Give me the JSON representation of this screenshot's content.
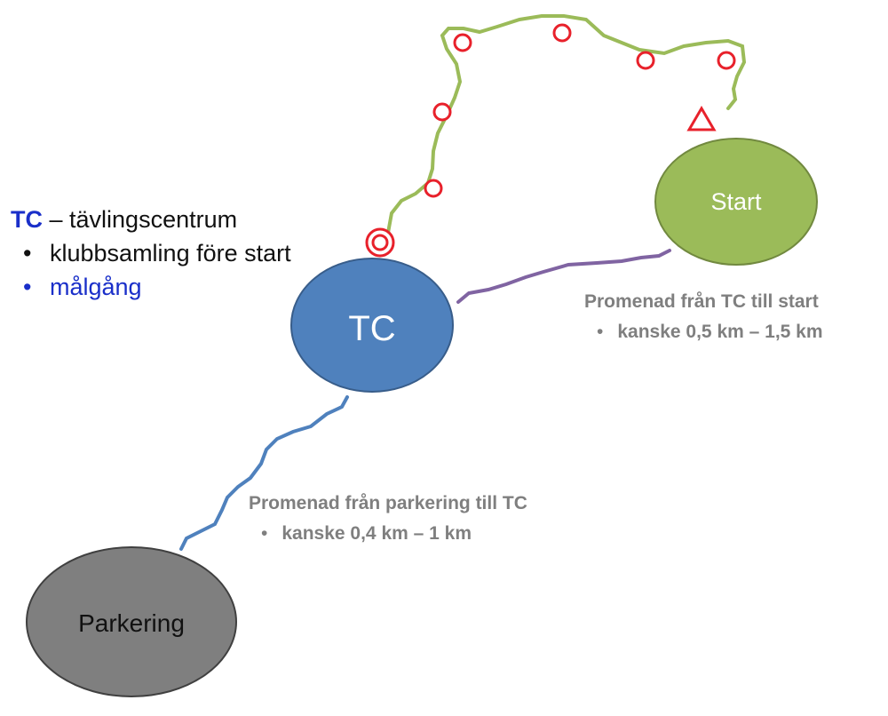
{
  "nodes": {
    "tc": {
      "label": "TC"
    },
    "start": {
      "label": "Start"
    },
    "parking": {
      "label": "Parkering"
    }
  },
  "legend": {
    "title_abbr": "TC",
    "title_rest": " – tävlingscentrum",
    "items": [
      "klubbsamling före start",
      "målgång"
    ]
  },
  "notes": {
    "tc_to_start": {
      "title": "Promenad från TC till start",
      "detail": "kanske 0,5 km – 1,5 km"
    },
    "parking_to_tc": {
      "title": "Promenad från parkering till TC",
      "detail": "kanske 0,4 km – 1 km"
    }
  },
  "colors": {
    "tc": "#4f81bd",
    "start": "#9bbb59",
    "parking": "#7f7f7f",
    "course_line": "#9bbb59",
    "walk_to_start": "#8064a2",
    "walk_from_parking": "#4f81bd",
    "controls": "#e8212b",
    "legend_accent": "#1a2fc9"
  },
  "icons": [
    "start-triangle-icon",
    "control-circle-icon",
    "finish-double-circle-icon"
  ]
}
